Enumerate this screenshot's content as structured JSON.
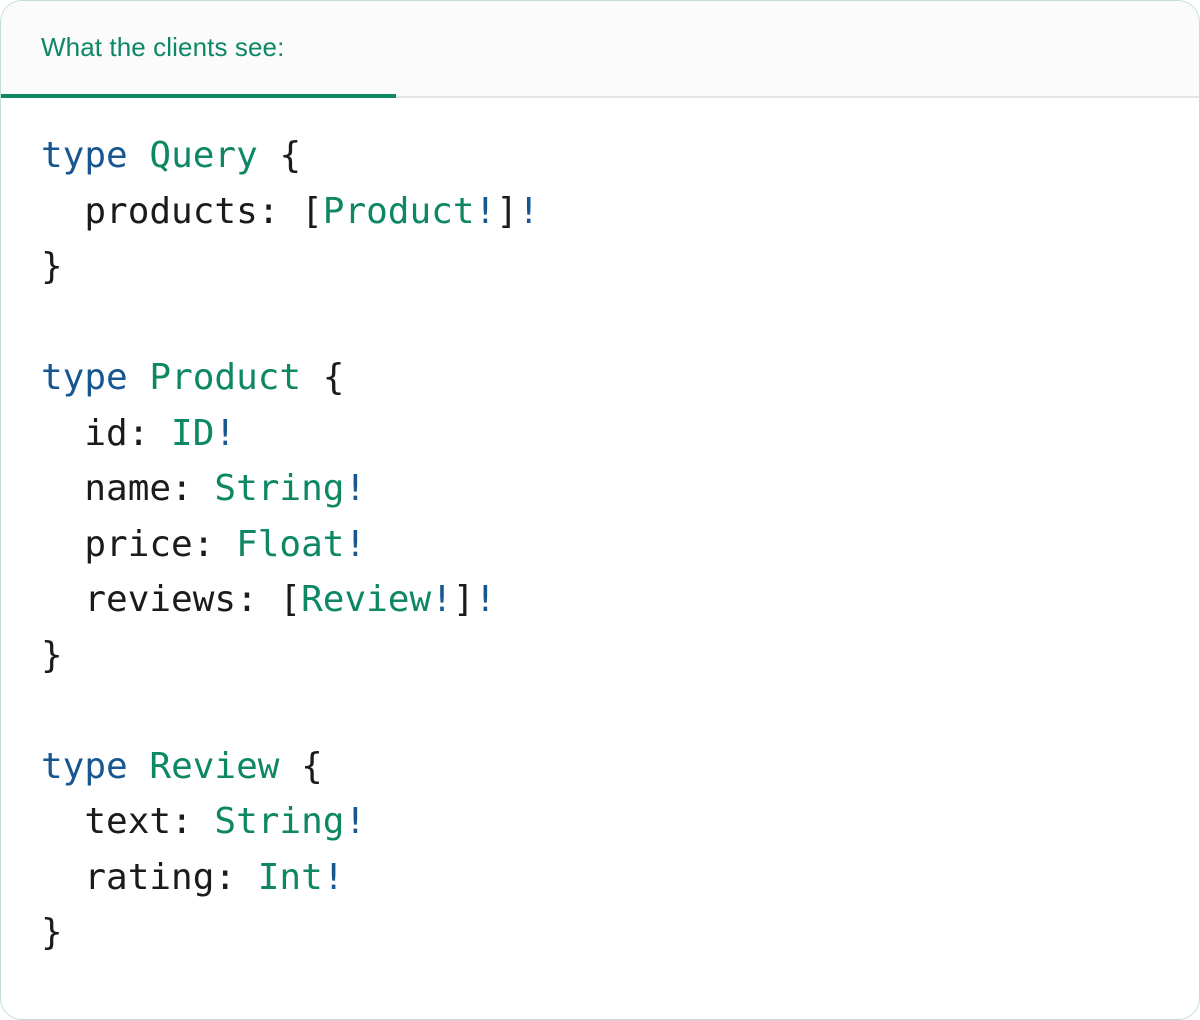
{
  "card": {
    "border_color": "#bfe0d0",
    "background": "#ffffff"
  },
  "tabbar": {
    "active_tab": {
      "label": "What the clients see:",
      "color": "#0d8764",
      "underline_color": "#0d8764",
      "background": "#fbfbfb"
    },
    "divider_color": "#e6e6e6"
  },
  "code": {
    "language": "graphql",
    "colors": {
      "keyword": "#17568f",
      "type_name": "#0d8764",
      "plain": "#1b1b1b",
      "non_null_bang": "#17568f",
      "punctuation": "#1b1b1b"
    },
    "lines": [
      {
        "id": "line-1",
        "tokens": [
          {
            "t": "type",
            "k": "kw"
          },
          {
            "t": " ",
            "k": "plain"
          },
          {
            "t": "Query",
            "k": "type"
          },
          {
            "t": " {",
            "k": "punct"
          }
        ]
      },
      {
        "id": "line-2",
        "tokens": [
          {
            "t": "  products: ",
            "k": "plain"
          },
          {
            "t": "[",
            "k": "punct"
          },
          {
            "t": "Product",
            "k": "type"
          },
          {
            "t": "!",
            "k": "bang"
          },
          {
            "t": "]",
            "k": "punct"
          },
          {
            "t": "!",
            "k": "bang"
          }
        ]
      },
      {
        "id": "line-3",
        "tokens": [
          {
            "t": "}",
            "k": "punct"
          }
        ]
      },
      {
        "id": "line-4",
        "tokens": []
      },
      {
        "id": "line-5",
        "tokens": [
          {
            "t": "type",
            "k": "kw"
          },
          {
            "t": " ",
            "k": "plain"
          },
          {
            "t": "Product",
            "k": "type"
          },
          {
            "t": " {",
            "k": "punct"
          }
        ]
      },
      {
        "id": "line-6",
        "tokens": [
          {
            "t": "  id: ",
            "k": "plain"
          },
          {
            "t": "ID",
            "k": "type"
          },
          {
            "t": "!",
            "k": "bang"
          }
        ]
      },
      {
        "id": "line-7",
        "tokens": [
          {
            "t": "  name: ",
            "k": "plain"
          },
          {
            "t": "String",
            "k": "type"
          },
          {
            "t": "!",
            "k": "bang"
          }
        ]
      },
      {
        "id": "line-8",
        "tokens": [
          {
            "t": "  price: ",
            "k": "plain"
          },
          {
            "t": "Float",
            "k": "type"
          },
          {
            "t": "!",
            "k": "bang"
          }
        ]
      },
      {
        "id": "line-9",
        "tokens": [
          {
            "t": "  reviews: ",
            "k": "plain"
          },
          {
            "t": "[",
            "k": "punct"
          },
          {
            "t": "Review",
            "k": "type"
          },
          {
            "t": "!",
            "k": "bang"
          },
          {
            "t": "]",
            "k": "punct"
          },
          {
            "t": "!",
            "k": "bang"
          }
        ]
      },
      {
        "id": "line-10",
        "tokens": [
          {
            "t": "}",
            "k": "punct"
          }
        ]
      },
      {
        "id": "line-11",
        "tokens": []
      },
      {
        "id": "line-12",
        "tokens": [
          {
            "t": "type",
            "k": "kw"
          },
          {
            "t": " ",
            "k": "plain"
          },
          {
            "t": "Review",
            "k": "type"
          },
          {
            "t": " {",
            "k": "punct"
          }
        ]
      },
      {
        "id": "line-13",
        "tokens": [
          {
            "t": "  text: ",
            "k": "plain"
          },
          {
            "t": "String",
            "k": "type"
          },
          {
            "t": "!",
            "k": "bang"
          }
        ]
      },
      {
        "id": "line-14",
        "tokens": [
          {
            "t": "  rating: ",
            "k": "plain"
          },
          {
            "t": "Int",
            "k": "type"
          },
          {
            "t": "!",
            "k": "bang"
          }
        ]
      },
      {
        "id": "line-15",
        "tokens": [
          {
            "t": "}",
            "k": "punct"
          }
        ]
      }
    ]
  }
}
